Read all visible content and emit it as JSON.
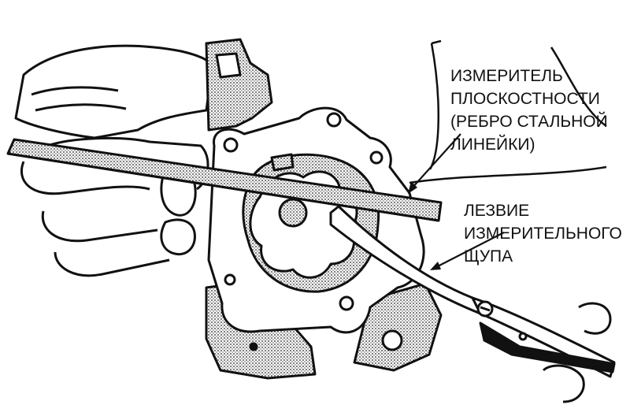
{
  "figure": {
    "callouts": {
      "flatness_gauge": {
        "lines": [
          "ИЗМЕРИТЕЛЬ",
          "ПЛОСКОСТНОСТИ",
          "(РЕБРО СТАЛЬНОЙ",
          "ЛИНЕЙКИ)"
        ]
      },
      "feeler_blade": {
        "lines": [
          "ЛЕЗВИЕ",
          "ИЗМЕРИТЕЛЬНОГО",
          "ЩУПА"
        ]
      }
    },
    "colors": {
      "ink": "#111111",
      "paper": "#ffffff",
      "stipple": "#8a8a8a"
    }
  }
}
